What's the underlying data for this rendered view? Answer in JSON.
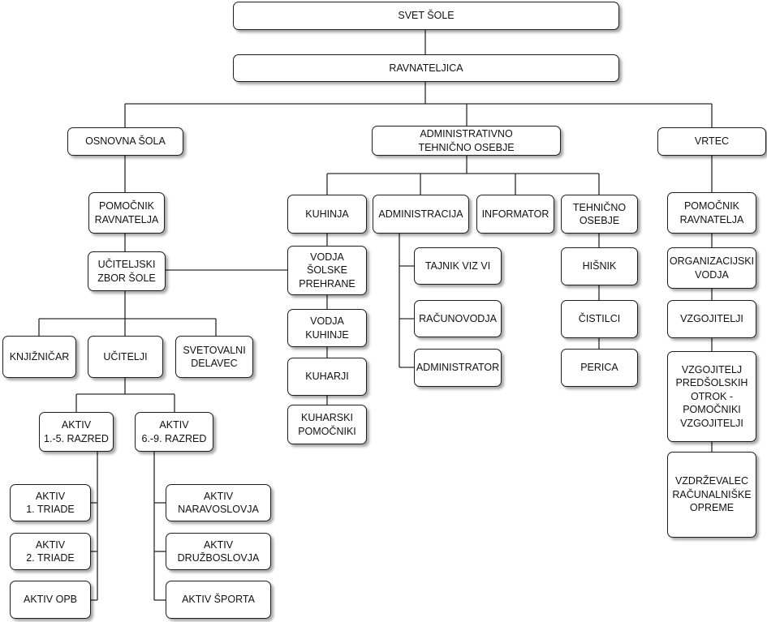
{
  "org_chart": {
    "nodes": {
      "svet_sole": "SVET ŠOLE",
      "ravnateljica": "RAVNATELJICA",
      "osnovna_sola": "OSNOVNA ŠOLA",
      "administrativno": "ADMINISTRATIVNO\nTEHNIČNO OSEBJE",
      "vrtec": "VRTEC",
      "pomocnik_os": "POMOČNIK\nRAVNATELJA",
      "uciteljski_zbor": "UČITELJSKI\nZBOR ŠOLE",
      "knjiznicar": "KNJIŽNIČAR",
      "ucitelji": "UČITELJI",
      "svetovalni": "SVETOVALNI\nDELAVEC",
      "aktiv_1_5": "AKTIV\n1.-5. RAZRED",
      "aktiv_6_9": "AKTIV\n6.-9. RAZRED",
      "aktiv_1_triade": "AKTIV\n1. TRIADE",
      "aktiv_2_triade": "AKTIV\n2. TRIADE",
      "aktiv_opb": "AKTIV OPB",
      "aktiv_naravoslovja": "AKTIV\nNARAVOSLOVJA",
      "aktiv_druzboslovja": "AKTIV\nDRUŽBOSLOVJA",
      "aktiv_sporta": "AKTIV ŠPORTA",
      "kuhinja": "KUHINJA",
      "administracija": "ADMINISTRACIJA",
      "informator": "INFORMATOR",
      "tehnicno_osebje": "TEHNIČNO\nOSEBJE",
      "vodja_prehrane": "VODJA\nŠOLSKE\nPREHRANE",
      "vodja_kuhinje": "VODJA\nKUHINJE",
      "kuharji": "KUHARJI",
      "kuharski_pomocniki": "KUHARSKI\nPOMOČNIKI",
      "tajnik": "TAJNIK VIZ VI",
      "racunovodja": "RAČUNOVODJA",
      "administrator": "ADMINISTRATOR",
      "hisnik": "HIŠNIK",
      "cistilci": "ČISTILCI",
      "perica": "PERICA",
      "pomocnik_vrtec": "POMOČNIK\nRAVNATELJA",
      "organizacijski_vodja": "ORGANIZACIJSKI\nVODJA",
      "vzgojitelji": "VZGOJITELJI",
      "vzgojitelj_pomocniki": "VZGOJITELJ\nPREDŠOLSKIH\nOTROK -\nPOMOČNIKI\nVZGOJITELJI",
      "vzdrzevalec": "VZDRŽEVALEC\nRAČUNALNIŠKE\nOPREME"
    }
  }
}
